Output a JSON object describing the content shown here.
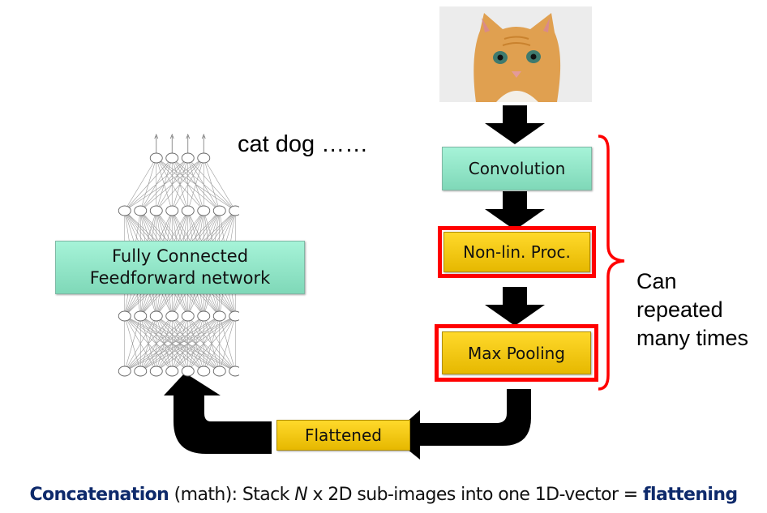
{
  "input_image": {
    "subject": "kitten photo",
    "icon": "cat-photo"
  },
  "output_labels": "cat dog ……",
  "pipeline": {
    "convolution": "Convolution",
    "nonlinear": "Non-lin. Proc.",
    "max_pooling": "Max Pooling",
    "flattened": "Flattened"
  },
  "fully_connected": {
    "line1": "Fully Connected",
    "line2": "Feedforward network",
    "layers": [
      4,
      8,
      8,
      8
    ]
  },
  "repeat_note": {
    "line1": "Can",
    "line2": "repeated",
    "line3": "many times"
  },
  "caption": {
    "term": "Concatenation",
    "part1": " (math): Stack ",
    "var": "N",
    "part2": " x 2D sub-images into one 1D-vector = ",
    "result": "flattening"
  },
  "colors": {
    "highlight": "#ff0000",
    "green_box": "#8fe3c5",
    "gold_box": "#f5c800",
    "caption_bold": "#0e2a6b"
  }
}
